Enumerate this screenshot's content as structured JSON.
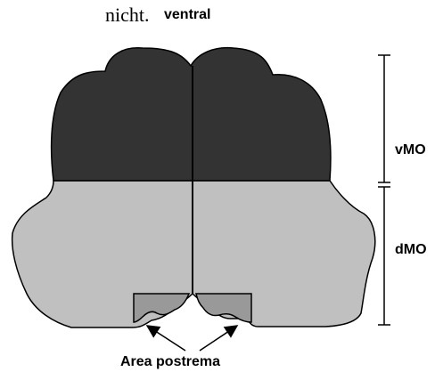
{
  "fragment_text": "nicht.",
  "labels": {
    "ventral": "ventral",
    "vmo": "vMO",
    "dmo": "dMO",
    "area_postrema": "Area postrema"
  },
  "colors": {
    "ventral_region": "#333333",
    "dorsal_region": "#c0c0c0",
    "area_postrema": "#999999",
    "outline": "#000000",
    "background": "#ffffff"
  }
}
